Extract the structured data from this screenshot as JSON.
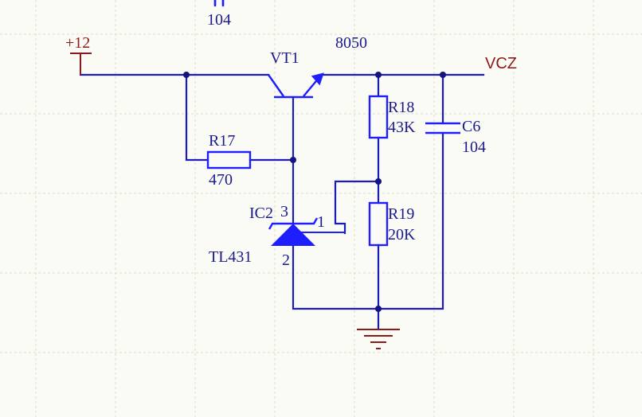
{
  "colors": {
    "background": "#fbfbf6",
    "grid": "#dedbd0",
    "wire": "#1c1cb8",
    "component": "#1e1eff",
    "label": "#1a1a8c",
    "power": "#8b1a1a",
    "junction": "#141480"
  },
  "labels": {
    "top_capacitor_value": "104",
    "power_plus12": "+12",
    "vt1_designator": "VT1",
    "vt1_value": "8050",
    "vcz_net": "VCZ",
    "r17_designator": "R17",
    "r17_value": "470",
    "r18_designator": "R18",
    "r18_value": "43K",
    "c6_designator": "C6",
    "c6_value": "104",
    "ic2_designator": "IC2",
    "ic2_value": "TL431",
    "ic2_pin3": "3",
    "ic2_pin1": "1",
    "ic2_pin2": "2",
    "r19_designator": "R19",
    "r19_value": "20K"
  }
}
